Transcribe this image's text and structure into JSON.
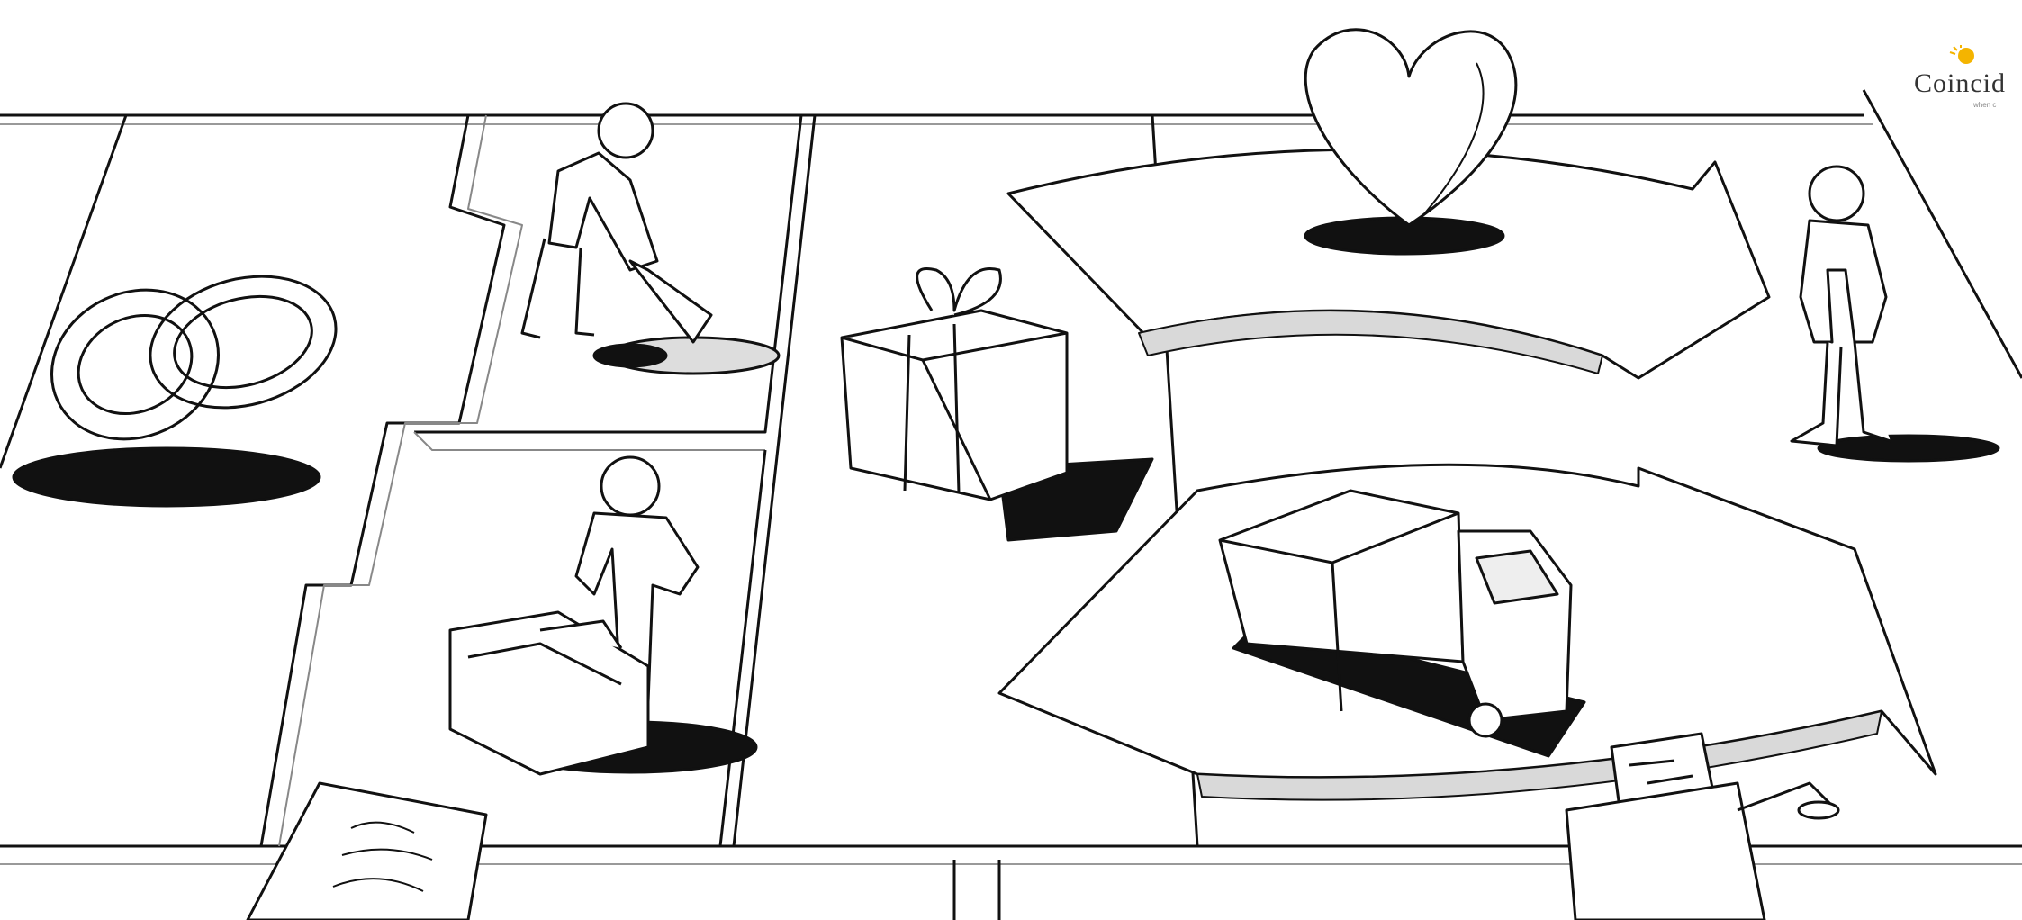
{
  "illustration": {
    "style": "black-and-white sketch of a business model canvas board",
    "ink_color": "#111111",
    "shade_color": "#d9d9d9",
    "paper_color": "#ffffff",
    "icons": [
      "interlocked-rings-icon",
      "digging-person-icon",
      "working-person-icon",
      "gift-box-icon",
      "heart-icon",
      "delivery-truck-icon",
      "standing-customer-icon",
      "cash-register-icon",
      "document-icon"
    ]
  },
  "logo": {
    "text": "Coincid",
    "subtext": "when c",
    "accent_color": "#f4b400"
  }
}
